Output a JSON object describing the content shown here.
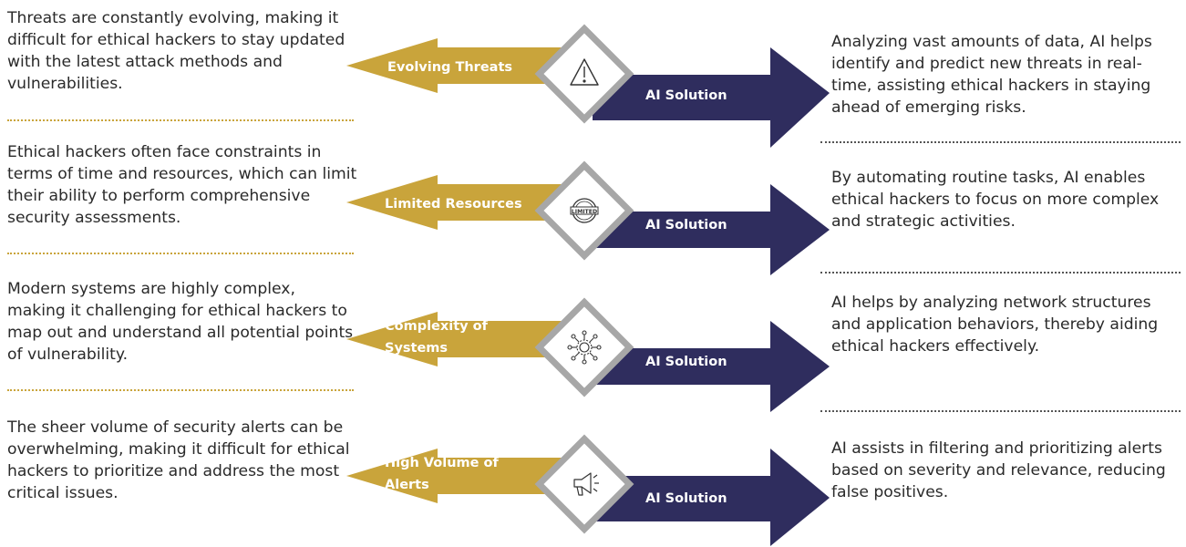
{
  "rows": [
    {
      "challenge": "Evolving Threats",
      "challenge_lines": [
        "Evolving Threats"
      ],
      "problem": "Threats are constantly evolving, making it difficult for ethical hackers to stay updated with the latest attack methods and vulnerabilities.",
      "solution_label": "AI Solution",
      "solution": "Analyzing vast amounts of data, AI helps identify and predict new threats in real-time, assisting ethical hackers in staying ahead of emerging risks.",
      "icon": "warning-icon"
    },
    {
      "challenge": "Limited Resources",
      "challenge_lines": [
        "Limited Resources"
      ],
      "problem": "Ethical hackers often face constraints in terms of time and resources, which can limit their ability to perform comprehensive security assessments.",
      "solution_label": "AI Solution",
      "solution": "By automating routine tasks, AI enables ethical hackers to focus on more complex and strategic activities.",
      "icon": "limited-stamp-icon",
      "icon_text": "LIMITED"
    },
    {
      "challenge": "Complexity of Systems",
      "challenge_lines": [
        "Complexity of",
        "Systems"
      ],
      "problem": "Modern systems are highly complex, making it challenging for ethical hackers to map out and understand all potential points of vulnerability.",
      "solution_label": "AI Solution",
      "solution": "AI helps by analyzing network structures and application behaviors, thereby aiding ethical hackers effectively.",
      "icon": "network-gear-icon"
    },
    {
      "challenge": "High Volume of Alerts",
      "challenge_lines": [
        "High Volume of",
        "Alerts"
      ],
      "problem": "The sheer volume of security alerts can be overwhelming, making it difficult for ethical hackers to prioritize and address the most critical issues.",
      "solution_label": "AI Solution",
      "solution": "AI assists in filtering and prioritizing alerts based on severity and relevance, reducing false positives.",
      "icon": "megaphone-icon"
    }
  ],
  "colors": {
    "gold": "#c9a43b",
    "navy": "#2f2d5e",
    "diamond_border": "#a7a7a7",
    "text": "#2a2a2a"
  }
}
